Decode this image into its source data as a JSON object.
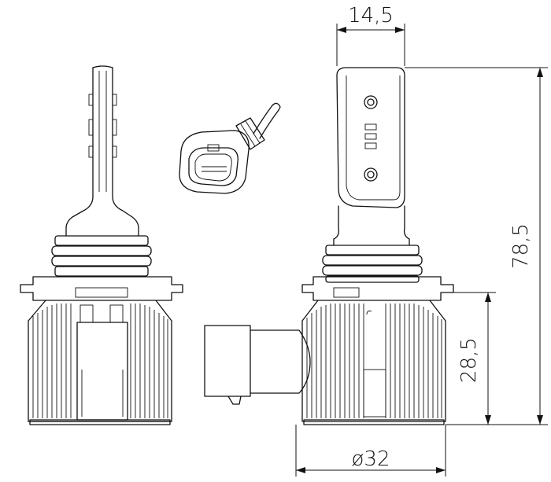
{
  "dimensions": {
    "width_top": "14,5",
    "total_height": "78,5",
    "base_height": "28,5",
    "diameter": "ø32"
  },
  "colors": {
    "line": "#111111",
    "background": "#ffffff"
  }
}
